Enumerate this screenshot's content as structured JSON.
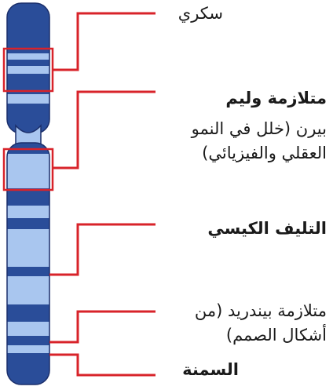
{
  "labels": {
    "diabetes": "سكري",
    "williams": "متلازمة وليم",
    "williams_desc": "بيرن (خلل في النمو العقلي والفيزيائي)",
    "cystic_fibrosis": "التليف الكيسي",
    "pendred": "متلازمة بيندريد (من أشكال الصمم)",
    "obesity": "السمنة"
  },
  "colors": {
    "dark_band": "#2a4d99",
    "light_band": "#a9c6ef",
    "outline": "#1b2f6b",
    "pointer": "#d8232a",
    "text": "#1a1a1a"
  }
}
